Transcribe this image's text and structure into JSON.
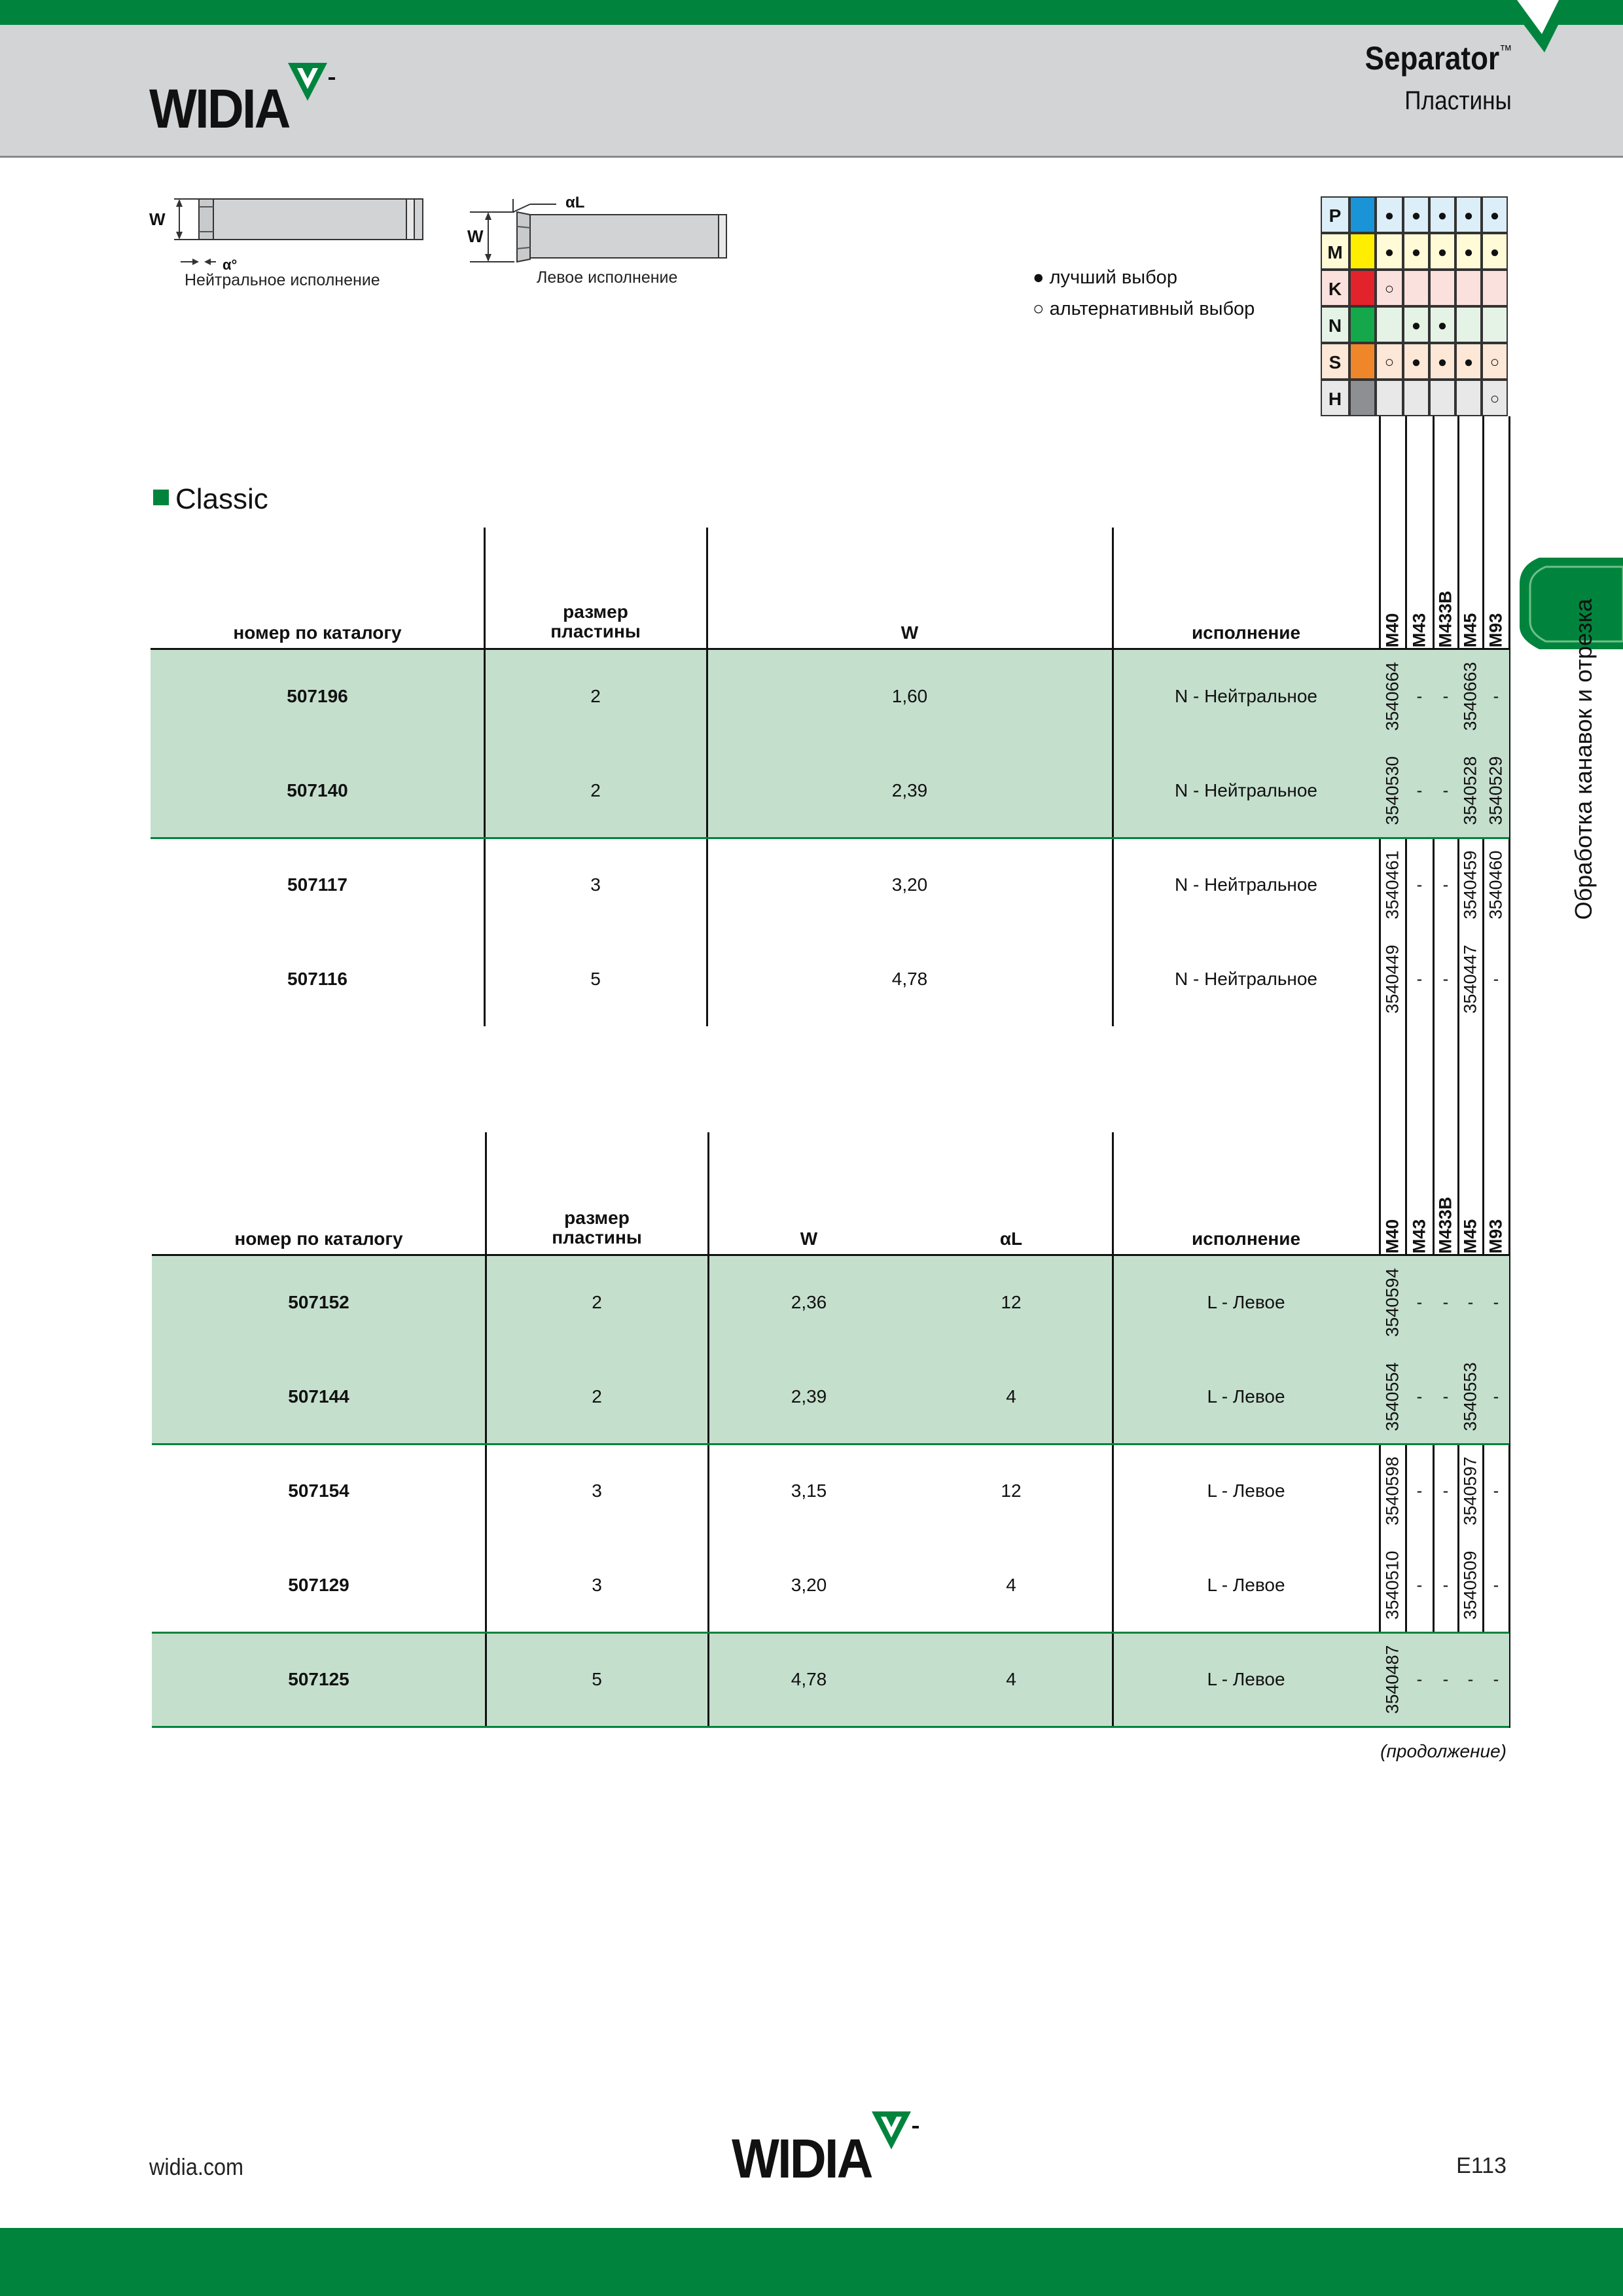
{
  "header": {
    "brand": "WIDIA",
    "title": "Separator",
    "title_mark": "™",
    "subtitle": "Пластины"
  },
  "illustrations": {
    "neutral": {
      "w_label": "W",
      "angle_label": "α°",
      "caption": "Нейтральное исполнение"
    },
    "left": {
      "w_label": "W",
      "angle_label": "αL",
      "caption": "Левое исполнение"
    }
  },
  "legend": {
    "best": "● лучший выбор",
    "alternative": "○ альтернативный выбор"
  },
  "material_grid": {
    "rows": [
      {
        "letter": "P",
        "color": "#1a94d6",
        "bg": "#dceef8",
        "marks": [
          "●",
          "●",
          "●",
          "●",
          "●"
        ]
      },
      {
        "letter": "M",
        "color": "#ffee00",
        "bg": "#fffbd6",
        "marks": [
          "●",
          "●",
          "●",
          "●",
          "●"
        ]
      },
      {
        "letter": "K",
        "color": "#e3232b",
        "bg": "#fbe1dd",
        "marks": [
          "○",
          "",
          "",
          "",
          ""
        ]
      },
      {
        "letter": "N",
        "color": "#14a84b",
        "bg": "#e4f3e6",
        "marks": [
          "",
          "●",
          "●",
          "",
          ""
        ]
      },
      {
        "letter": "S",
        "color": "#f0862a",
        "bg": "#fde7d6",
        "marks": [
          "○",
          "●",
          "●",
          "●",
          "○"
        ]
      },
      {
        "letter": "H",
        "color": "#8d8f92",
        "bg": "#e8e8e9",
        "marks": [
          "",
          "",
          "",
          "",
          "○"
        ]
      }
    ]
  },
  "side_tab": {
    "label": "Обработка канавок и отрезка"
  },
  "section_title": "Classic",
  "grades": [
    "M40",
    "M43",
    "M433B",
    "M45",
    "M93"
  ],
  "table1": {
    "headers": {
      "catalog": "номер по каталогу",
      "size_line1": "размер",
      "size_line2": "пластины",
      "w": "W",
      "version": "исполнение"
    },
    "rows": [
      {
        "catalog": "507196",
        "size": "2",
        "w": "1,60",
        "version": "N - Нейтральное",
        "grades": [
          "3540664",
          "-",
          "-",
          "3540663",
          "-"
        ]
      },
      {
        "catalog": "507140",
        "size": "2",
        "w": "2,39",
        "version": "N - Нейтральное",
        "grades": [
          "3540530",
          "-",
          "-",
          "3540528",
          "3540529"
        ]
      },
      {
        "catalog": "507117",
        "size": "3",
        "w": "3,20",
        "version": "N - Нейтральное",
        "grades": [
          "3540461",
          "-",
          "-",
          "3540459",
          "3540460"
        ]
      },
      {
        "catalog": "507116",
        "size": "5",
        "w": "4,78",
        "version": "N - Нейтральное",
        "grades": [
          "3540449",
          "-",
          "-",
          "3540447",
          "-"
        ]
      }
    ]
  },
  "table2": {
    "headers": {
      "catalog": "номер по каталогу",
      "size_line1": "размер",
      "size_line2": "пластины",
      "w": "W",
      "angle": "αL",
      "version": "исполнение"
    },
    "rows": [
      {
        "catalog": "507152",
        "size": "2",
        "w": "2,36",
        "angle": "12",
        "version": "L - Левое",
        "grades": [
          "3540594",
          "-",
          "-",
          "-",
          "-"
        ]
      },
      {
        "catalog": "507144",
        "size": "2",
        "w": "2,39",
        "angle": "4",
        "version": "L - Левое",
        "grades": [
          "3540554",
          "-",
          "-",
          "3540553",
          "-"
        ]
      },
      {
        "catalog": "507154",
        "size": "3",
        "w": "3,15",
        "angle": "12",
        "version": "L - Левое",
        "grades": [
          "3540598",
          "-",
          "-",
          "3540597",
          "-"
        ]
      },
      {
        "catalog": "507129",
        "size": "3",
        "w": "3,20",
        "angle": "4",
        "version": "L - Левое",
        "grades": [
          "3540510",
          "-",
          "-",
          "3540509",
          "-"
        ]
      },
      {
        "catalog": "507125",
        "size": "5",
        "w": "4,78",
        "angle": "4",
        "version": "L - Левое",
        "grades": [
          "3540487",
          "-",
          "-",
          "-",
          "-"
        ]
      }
    ]
  },
  "continued": "(продолжение)",
  "footer": {
    "site": "widia.com",
    "page": "E113",
    "brand": "WIDIA"
  },
  "colors": {
    "brand_green": "#00843d",
    "row_tint": "#c5dfcd",
    "header_gray": "#d3d4d5"
  }
}
